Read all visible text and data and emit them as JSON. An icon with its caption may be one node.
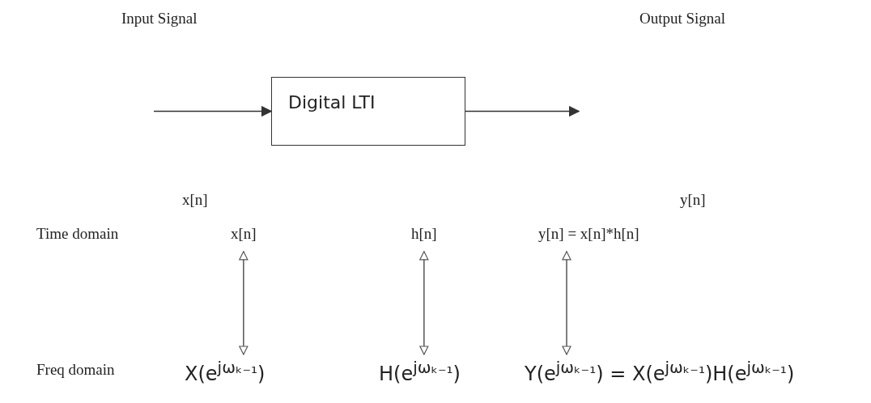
{
  "diagram": {
    "nodes": [
      {
        "text": [
          "Digital LTI"
        ]
      },
      {
        "text": [
          "x[n]"
        ]
      },
      {
        "text": [
          "h[n]"
        ]
      },
      {
        "text": [
          "y[n] = x[n]*h[n]"
        ]
      },
      {
        "text": [
          "X(e$^{jωₖ₋₁}$)"
        ]
      },
      {
        "text": [
          "H(e$^{jωₖ₋₁}$)"
        ]
      },
      {
        "text": [
          "Y(e$^{jωₖ₋₁}$) = X(e$^{jωₖ₋₁}$)H(e$^{jωₖ₋₁}$)"
        ]
      }
    ],
    "edges": [
      {
        "from": null,
        "to": 0,
        "arrow": "to"
      },
      {
        "from": 0,
        "to": null,
        "arrow": "to"
      },
      {
        "from": 1,
        "to": 4,
        "arrow": "both"
      },
      {
        "from": 2,
        "to": 5,
        "arrow": "both"
      },
      {
        "from": 3,
        "to": 6,
        "arrow": "both"
      }
    ],
    "labels": [
      "Input Signal",
      "Output Signal",
      "x[n]",
      "y[n]",
      "Time domain",
      "Freq domain"
    ]
  }
}
